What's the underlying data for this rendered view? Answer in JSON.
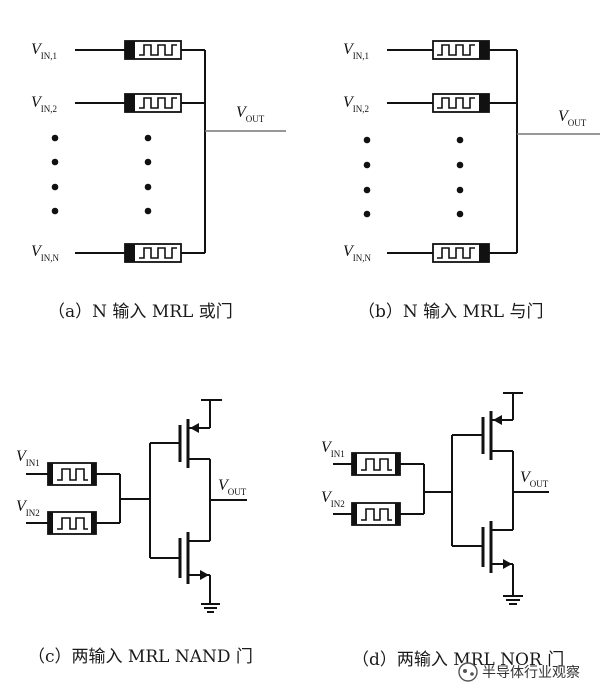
{
  "panel_a": {
    "inputs": [
      {
        "v": "V",
        "sub": "IN,1"
      },
      {
        "v": "V",
        "sub": "IN,2"
      },
      {
        "v": "V",
        "sub": "IN,N"
      }
    ],
    "output": {
      "v": "V",
      "sub": "OUT"
    },
    "caption": "（a）N 输入 MRL 或门"
  },
  "panel_b": {
    "inputs": [
      {
        "v": "V",
        "sub": "IN,1"
      },
      {
        "v": "V",
        "sub": "IN,2"
      },
      {
        "v": "V",
        "sub": "IN,N"
      }
    ],
    "output": {
      "v": "V",
      "sub": "OUT"
    },
    "caption": "（b）N 输入 MRL 与门"
  },
  "panel_c": {
    "inputs": [
      {
        "v": "V",
        "sub": "IN1"
      },
      {
        "v": "V",
        "sub": "IN2"
      }
    ],
    "output": {
      "v": "V",
      "sub": "OUT"
    },
    "caption": "（c）两输入 MRL NAND 门"
  },
  "panel_d": {
    "inputs": [
      {
        "v": "V",
        "sub": "IN1"
      },
      {
        "v": "V",
        "sub": "IN2"
      }
    ],
    "output": {
      "v": "V",
      "sub": "OUT"
    },
    "caption": "（d）两输入 MRL NOR 门"
  },
  "watermark": "半导体行业观察"
}
